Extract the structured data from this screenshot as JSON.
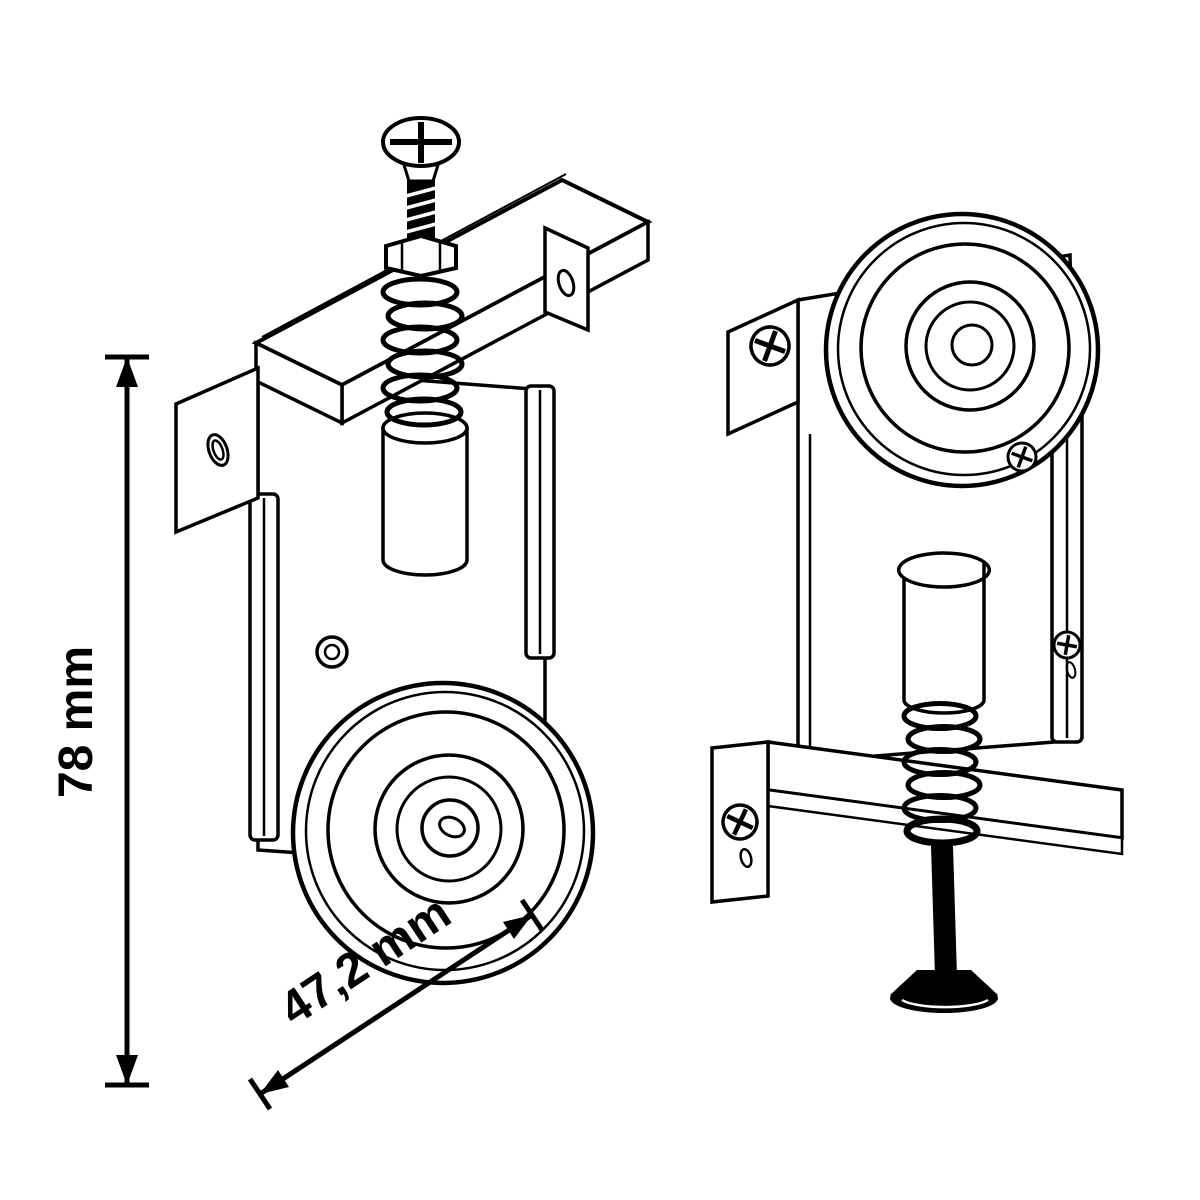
{
  "drawing": {
    "description": "technical line drawing of two sliding-door roller assemblies, left view roller at bottom with spring on top, right view roller at top with spring at bottom",
    "line_color": "#000000",
    "background_color": "#ffffff",
    "dimensions": {
      "height": "78 mm",
      "width": "47,2 mm"
    }
  }
}
